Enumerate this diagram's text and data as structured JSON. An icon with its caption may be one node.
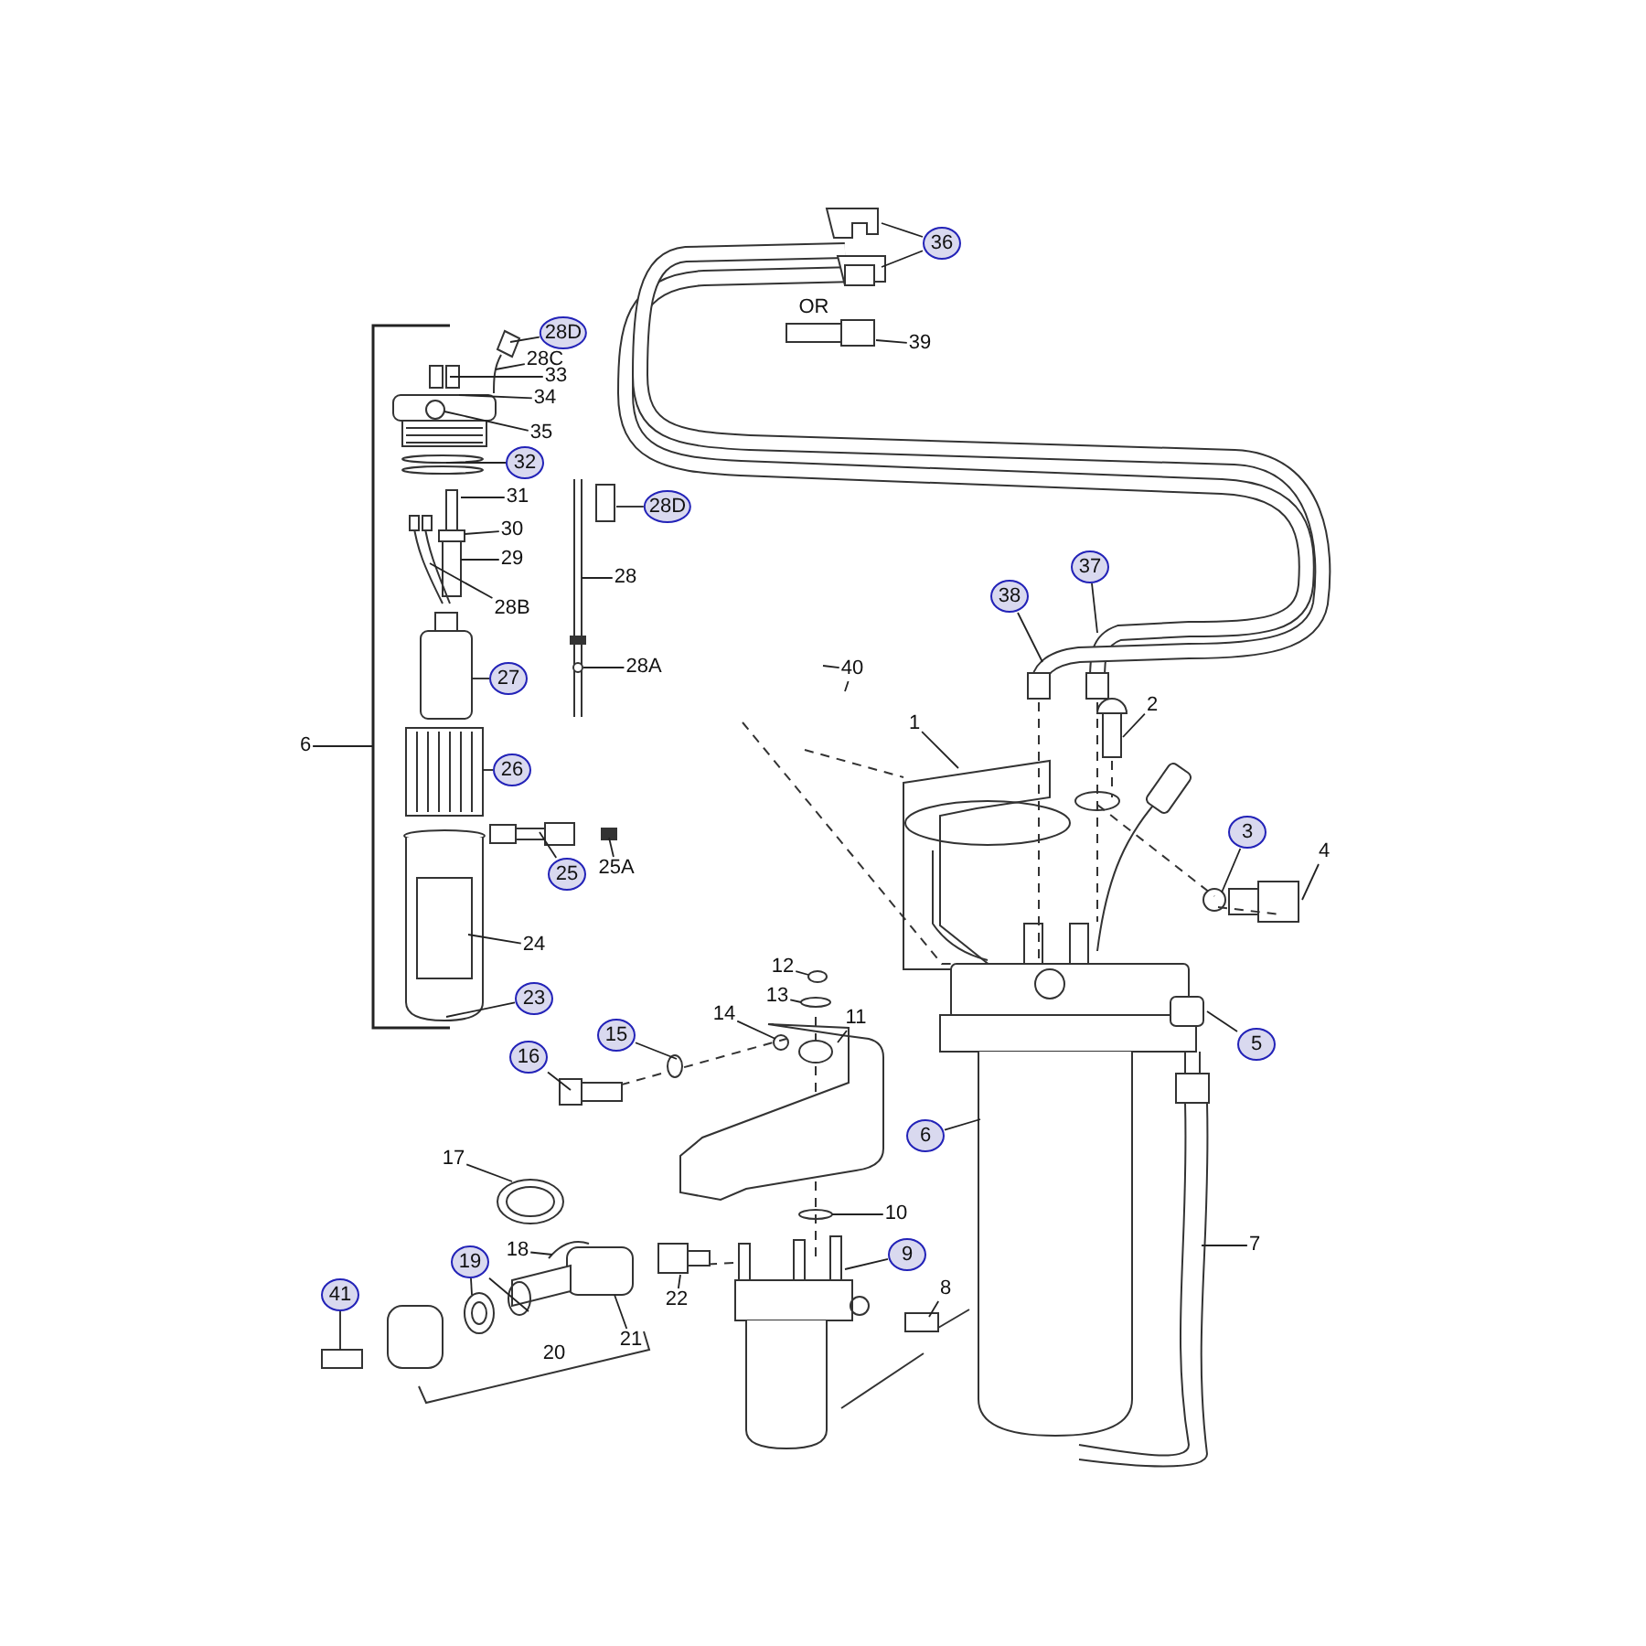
{
  "diagram": {
    "nodes": [
      {
        "text": [
          "36"
        ]
      },
      {
        "text": [
          "28D"
        ]
      },
      {
        "text": [
          "39"
        ]
      },
      {
        "text": [
          "28C"
        ]
      },
      {
        "text": [
          "33"
        ]
      },
      {
        "text": [
          "34"
        ]
      },
      {
        "text": [
          "35"
        ]
      },
      {
        "text": [
          "32"
        ]
      },
      {
        "text": [
          "31"
        ]
      },
      {
        "text": [
          "28D"
        ]
      },
      {
        "text": [
          "30"
        ]
      },
      {
        "text": [
          "29"
        ]
      },
      {
        "text": [
          "37"
        ]
      },
      {
        "text": [
          "28"
        ]
      },
      {
        "text": [
          "38"
        ]
      },
      {
        "text": [
          "28B"
        ]
      },
      {
        "text": [
          "28A"
        ]
      },
      {
        "text": [
          "40"
        ]
      },
      {
        "text": [
          "27"
        ]
      },
      {
        "text": [
          "2"
        ]
      },
      {
        "text": [
          "1"
        ]
      },
      {
        "text": [
          "6"
        ]
      },
      {
        "text": [
          "26"
        ]
      },
      {
        "text": [
          "3"
        ]
      },
      {
        "text": [
          "4"
        ]
      },
      {
        "text": [
          "25A"
        ]
      },
      {
        "text": [
          "25"
        ]
      },
      {
        "text": [
          "24"
        ]
      },
      {
        "text": [
          "12"
        ]
      },
      {
        "text": [
          "13"
        ]
      },
      {
        "text": [
          "23"
        ]
      },
      {
        "text": [
          "14"
        ]
      },
      {
        "text": [
          "11"
        ]
      },
      {
        "text": [
          "15"
        ]
      },
      {
        "text": [
          "5"
        ]
      },
      {
        "text": [
          "16"
        ]
      },
      {
        "text": [
          "6"
        ]
      },
      {
        "text": [
          "17"
        ]
      },
      {
        "text": [
          "10"
        ]
      },
      {
        "text": [
          "7"
        ]
      },
      {
        "text": [
          "18"
        ]
      },
      {
        "text": [
          "9"
        ]
      },
      {
        "text": [
          "19"
        ]
      },
      {
        "text": [
          "8"
        ]
      },
      {
        "text": [
          "41"
        ]
      },
      {
        "text": [
          "22"
        ]
      },
      {
        "text": [
          "21"
        ]
      },
      {
        "text": [],
        "shape": "picture"
      },
      {
        "text": [],
        "shape": "picture"
      },
      {
        "text": [],
        "shape": "picture"
      },
      {
        "text": [],
        "shape": "circle"
      },
      {
        "text": [],
        "shape": "picture"
      },
      {
        "text": [],
        "shape": "circle"
      },
      {
        "text": [],
        "shape": "circle"
      }
    ],
    "edges": [
      {
        "from": 0,
        "to": null,
        "arrow": "none"
      },
      {
        "from": 0,
        "to": null,
        "arrow": "none"
      },
      {
        "from": 1,
        "to": 47,
        "arrow": "none"
      },
      {
        "from": 2,
        "to": null,
        "arrow": "none"
      },
      {
        "from": 3,
        "to": 48,
        "arrow": "none"
      },
      {
        "from": 4,
        "to": null,
        "arrow": "none"
      },
      {
        "from": 5,
        "to": null,
        "arrow": "none"
      },
      {
        "from": 6,
        "to": null,
        "arrow": "none"
      },
      {
        "from": 7,
        "to": null,
        "arrow": "none"
      },
      {
        "from": 8,
        "to": null,
        "arrow": "none"
      },
      {
        "from": 9,
        "to": null,
        "arrow": "none"
      },
      {
        "from": 10,
        "to": null,
        "arrow": "none"
      },
      {
        "from": 11,
        "to": null,
        "arrow": "none"
      },
      {
        "from": 12,
        "to": null,
        "arrow": "none"
      },
      {
        "from": 13,
        "to": null,
        "arrow": "none"
      },
      {
        "from": 14,
        "to": null,
        "arrow": "none"
      },
      {
        "from": 15,
        "to": null,
        "arrow": "none"
      },
      {
        "from": 16,
        "to": null,
        "arrow": "none"
      },
      {
        "from": 17,
        "to": null,
        "arrow": "none"
      },
      {
        "from": 17,
        "to": null,
        "arrow": "none"
      },
      {
        "from": 18,
        "to": null,
        "arrow": "none"
      },
      {
        "from": 19,
        "to": null,
        "arrow": "none"
      },
      {
        "from": 20,
        "to": null,
        "arrow": "none"
      },
      {
        "from": 21,
        "to": null,
        "arrow": "none"
      },
      {
        "from": 22,
        "to": null,
        "arrow": "none"
      },
      {
        "from": 23,
        "to": null,
        "arrow": "none"
      },
      {
        "from": 24,
        "to": null,
        "arrow": "none"
      },
      {
        "from": 25,
        "to": null,
        "arrow": "none"
      },
      {
        "from": 26,
        "to": 49,
        "arrow": "none"
      },
      {
        "from": 27,
        "to": null,
        "arrow": "none"
      },
      {
        "from": 28,
        "to": null,
        "arrow": "none"
      },
      {
        "from": 29,
        "to": 50,
        "arrow": "none"
      },
      {
        "from": 30,
        "to": null,
        "arrow": "none"
      },
      {
        "from": 31,
        "to": 51,
        "arrow": "none"
      },
      {
        "from": 32,
        "to": null,
        "arrow": "none"
      },
      {
        "from": 33,
        "to": null,
        "arrow": "none"
      },
      {
        "from": 34,
        "to": null,
        "arrow": "none"
      },
      {
        "from": 35,
        "to": null,
        "arrow": "none"
      },
      {
        "from": 36,
        "to": null,
        "arrow": "none"
      },
      {
        "from": 37,
        "to": null,
        "arrow": "none"
      },
      {
        "from": 38,
        "to": null,
        "arrow": "none"
      },
      {
        "from": 39,
        "to": null,
        "arrow": "none"
      },
      {
        "from": 40,
        "to": null,
        "arrow": "none"
      },
      {
        "from": 41,
        "to": null,
        "arrow": "none"
      },
      {
        "from": 42,
        "to": 52,
        "arrow": "none"
      },
      {
        "from": 42,
        "to": 53,
        "arrow": "none"
      },
      {
        "from": 43,
        "to": null,
        "arrow": "none"
      },
      {
        "from": 44,
        "to": null,
        "arrow": "none"
      },
      {
        "from": 45,
        "to": null,
        "arrow": "none"
      },
      {
        "from": 46,
        "to": null,
        "arrow": "none"
      }
    ],
    "labels": [
      "OR",
      "20"
    ]
  }
}
